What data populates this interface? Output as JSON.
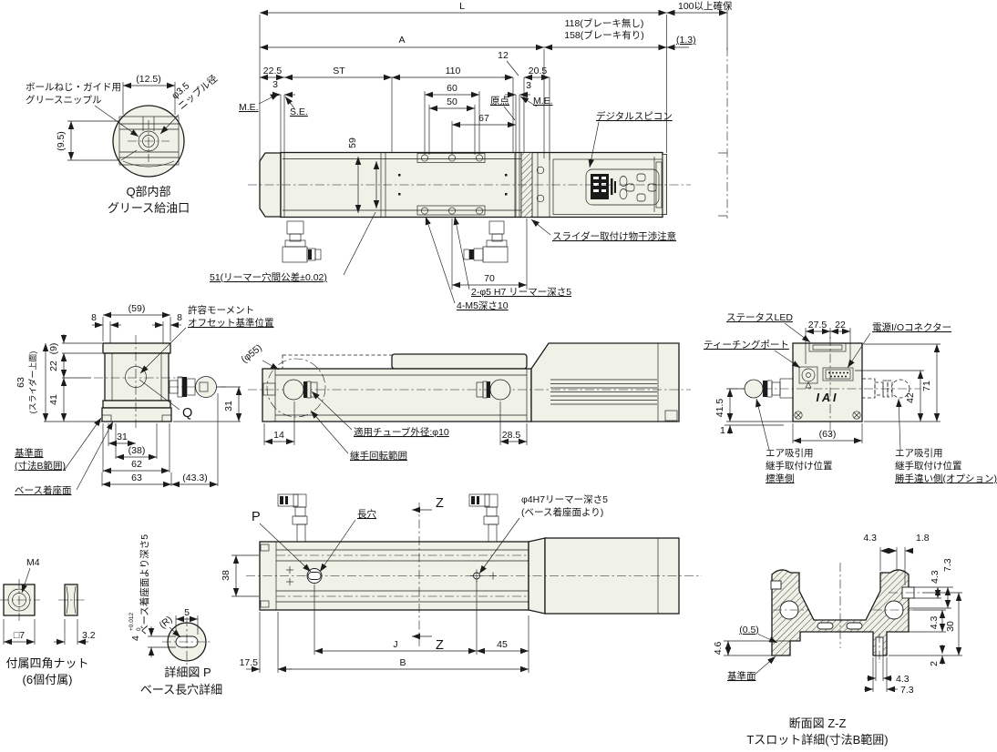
{
  "colors": {
    "line": "#1b1b1b",
    "body_fill": "#f0f1e7",
    "background": "#ffffff"
  },
  "detail_q": {
    "note_line1": "ボールねじ・ガイド用",
    "note_line2": "グリースニップル",
    "dim_width": "(12.5)",
    "dim_height": "(9.5)",
    "nipple_dia": "φ3.5",
    "nipple_label": "ニップル径",
    "caption_line1": "Q部内部",
    "caption_line2": "グリース給油口"
  },
  "top_view": {
    "dim_L": "L",
    "dim_clearance": "100以上確保",
    "dim_A": "A",
    "dim_brake_none": "118(ブレーキ無し)",
    "dim_brake_with": "158(ブレーキ有り)",
    "dim_1_3": "(1.3)",
    "dim_22_5": "22.5",
    "dim_ST": "ST",
    "dim_110": "110",
    "dim_12": "12",
    "dim_20_5": "20.5",
    "dim_3_left": "3",
    "label_me_left": "M.E.",
    "label_se": "S.E.",
    "dim_60": "60",
    "dim_50": "50",
    "label_origin": "原点",
    "dim_3_right": "3",
    "label_me_right": "M.E.",
    "dim_67": "67",
    "dim_59": "59",
    "label_spicon": "デジタルスピコン",
    "note_interference": "スライダー取付け物干渉注意",
    "note_reamer_51": "51(リーマー穴間公差±0.02)",
    "dim_70": "70",
    "note_reamer_5": "2-φ5 H7 リーマー深さ5",
    "note_tap_m5": "4-M5深さ10"
  },
  "end_view_left": {
    "dim_59": "(59)",
    "dim_8_left": "8",
    "dim_8_right": "8",
    "dim_9": "(9)",
    "dim_22": "22",
    "dim_41": "41",
    "dim_63_left": "63",
    "note_slider_top": "(スライダー上面)",
    "label_moment_line1": "許容モーメント",
    "label_moment_line2": "オフセット基準位置",
    "label_q": "Q",
    "dim_31_right": "31",
    "dim_31_bottom": "31",
    "dim_38": "(38)",
    "dim_62": "62",
    "dim_63_bottom": "63",
    "dim_43_3": "(43.3)",
    "label_datum_line1": "基準面",
    "label_datum_line2": "(寸法B範囲)",
    "label_base_seat": "ベース着座面"
  },
  "side_view": {
    "dim_phi55": "(φ55)",
    "dim_14": "14",
    "note_tube": "適用チューブ外径:φ10",
    "note_joint_rotation": "継手回転範囲",
    "dim_28_5": "28.5"
  },
  "end_view_right": {
    "label_status_led": "ステータスLED",
    "dim_27_5": "27.5",
    "dim_22": "22",
    "label_io_connector": "電源I/Oコネクター",
    "label_teaching_port": "ティーチングポート",
    "logo": "IAI",
    "dim_41_5": "41.5",
    "dim_1": "1",
    "dim_42": "42",
    "dim_71": "71",
    "dim_63": "(63)",
    "label_air_std_line1": "エア吸引用",
    "label_air_std_line2": "継手取付け位置",
    "label_air_std_line3": "標準側",
    "label_air_opt_line1": "エア吸引用",
    "label_air_opt_line2": "継手取付け位置",
    "label_air_opt_line3": "勝手違い側(オプション)"
  },
  "bottom_view": {
    "label_p": "P",
    "label_slot": "長穴",
    "label_z_top": "Z",
    "label_z_bottom": "Z",
    "note_reamer_line1": "φ4H7リーマー深さ5",
    "note_reamer_line2": "(ベース着座面より)",
    "dim_38": "38",
    "dim_17_5": "17.5",
    "dim_J": "J",
    "dim_45": "45",
    "dim_B": "B"
  },
  "square_nut": {
    "label_m4": "M4",
    "dim_7": "□7",
    "dim_3_2": "3.2",
    "caption_line1": "付属四角ナット",
    "caption_line2": "(6個付属)"
  },
  "detail_p": {
    "dim_5": "5",
    "label_r": "(R)",
    "dim_4": "4",
    "tol_high": "+0.012",
    "tol_low": "0",
    "note_depth": "ベース着座面より深さ5",
    "caption_line1": "詳細図 P",
    "caption_line2": "ベース長穴詳細"
  },
  "section_zz": {
    "dim_4_3_top": "4.3",
    "dim_1_8": "1.8",
    "dim_4_3_right_upper": "4.3",
    "dim_7_3_right": "7.3",
    "dim_30": "30",
    "dim_4_3_right_mid": "4.3",
    "dim_2": "2",
    "dim_4_3_bottom": "4.3",
    "dim_7_3_bottom": "7.3",
    "dim_4_6": "4.6",
    "dim_0_5": "(0.5)",
    "label_datum": "基準面",
    "caption_line1": "断面図 Z-Z",
    "caption_line2": "Tスロット詳細(寸法B範囲)"
  }
}
